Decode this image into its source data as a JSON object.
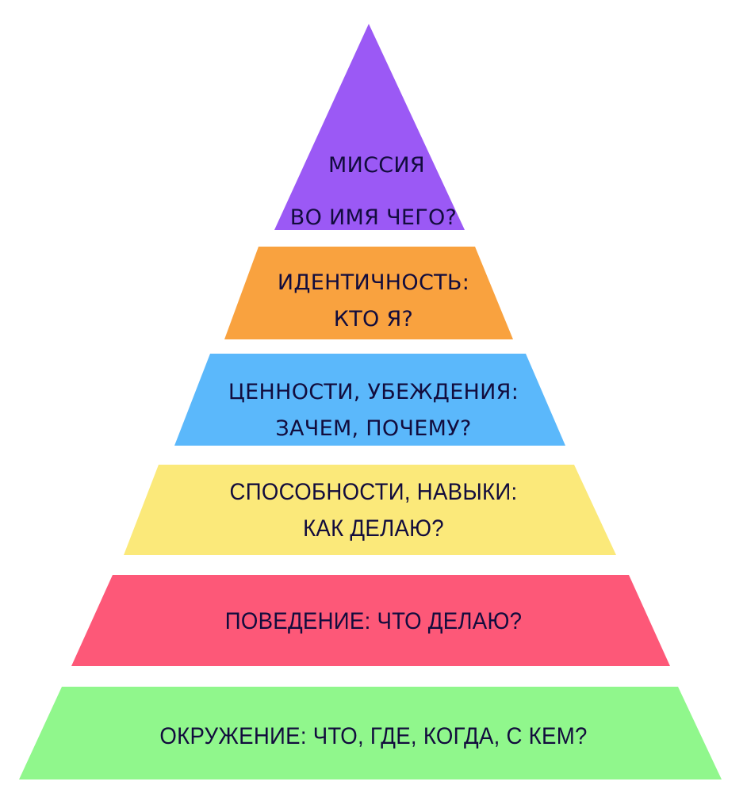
{
  "diagram": {
    "type": "pyramid",
    "text_color": "#120c3d",
    "background": "#ffffff",
    "levels": [
      {
        "id": "mission",
        "color": "#9b59f5",
        "line1": "МИССИЯ",
        "line2": "ВО ИМЯ ЧЕГО?"
      },
      {
        "id": "identity",
        "color": "#f9a23f",
        "line1": "ИДЕНТИЧНОСТЬ:",
        "line2": "КТО Я?"
      },
      {
        "id": "values",
        "color": "#5bb8fb",
        "line1": "ЦЕННОСТИ, УБЕЖДЕНИЯ:",
        "line2": "ЗАЧЕМ, ПОЧЕМУ?"
      },
      {
        "id": "abilities",
        "color": "#fbe97a",
        "line1": "СПОСОБНОСТИ, НАВЫКИ:",
        "line2": "КАК ДЕЛАЮ?"
      },
      {
        "id": "behavior",
        "color": "#fd5878",
        "line1": "ПОВЕДЕНИЕ: ЧТО ДЕЛАЮ?"
      },
      {
        "id": "environment",
        "color": "#90f78c",
        "line1": "ОКРУЖЕНИЕ: ЧТО, ГДЕ, КОГДА, С КЕМ?"
      }
    ]
  }
}
